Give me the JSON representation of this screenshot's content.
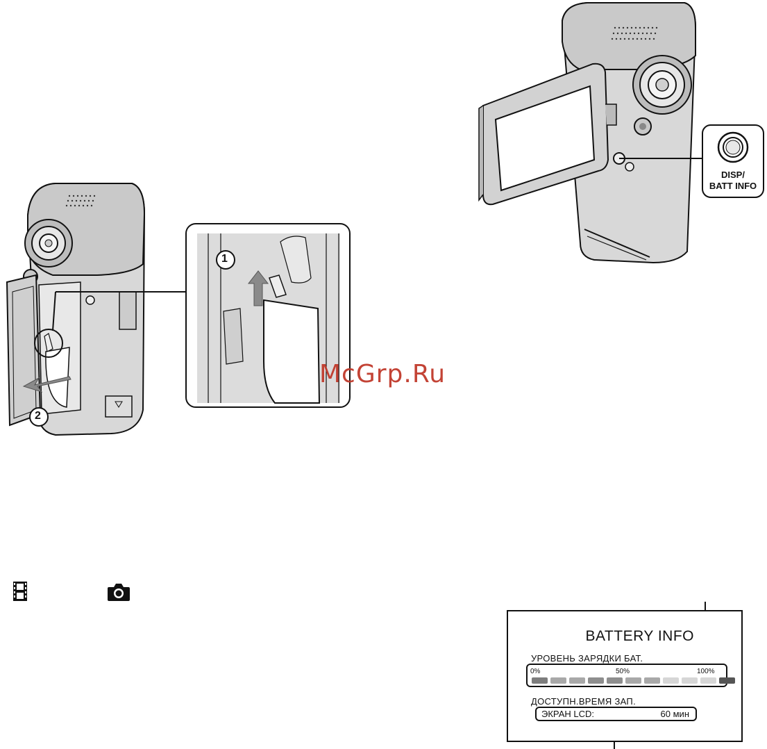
{
  "figure_top_right": {
    "button_label_line1": "DISP/",
    "button_label_line2": "BATT INFO"
  },
  "figure_left": {
    "callout_1": "1",
    "callout_2": "2"
  },
  "watermark": "McGrp.Ru",
  "mode_icons": [
    "movie-film-icon",
    "photo-camera-icon"
  ],
  "battery_info_screen": {
    "title": "BATTERY INFO",
    "level_label": "УРОВЕНЬ ЗАРЯДКИ БАТ.",
    "tick_0": "0%",
    "tick_50": "50%",
    "tick_100": "100%",
    "level_segment_colors": [
      "#7d7d7d",
      "#a8a8a8",
      "#a8a8a8",
      "#8e8e8e",
      "#8e8e8e",
      "#a8a8a8",
      "#a8a8a8",
      "#d6d6d6",
      "#d6d6d6",
      "#d6d6d6",
      "#555555"
    ],
    "available_time_label": "ДОСТУПН.ВРЕМЯ ЗАП.",
    "lcd_label": "ЭКРАН LCD:",
    "lcd_value": "60 мин"
  }
}
